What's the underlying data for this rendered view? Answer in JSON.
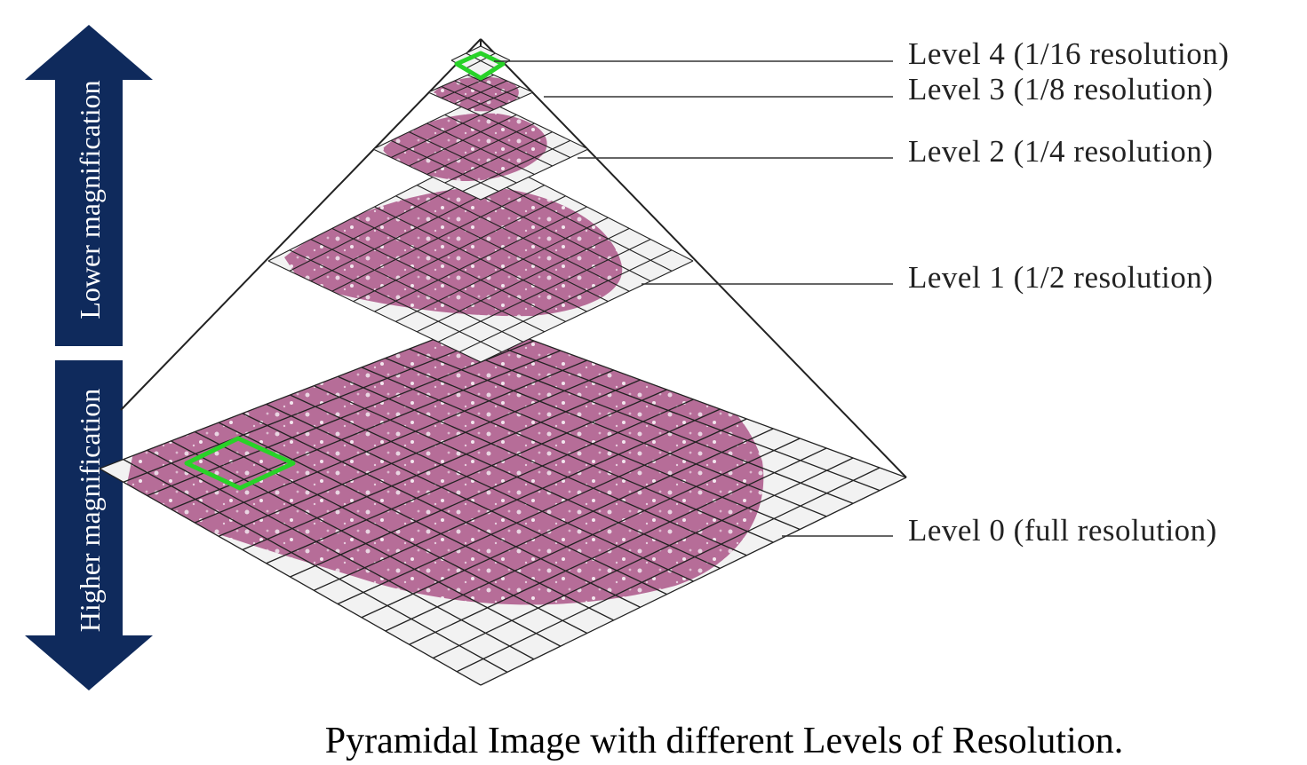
{
  "levels": [
    {
      "label": "Level 4 (1/16 resolution)"
    },
    {
      "label": "Level 3 (1/8 resolution)"
    },
    {
      "label": "Level 2 (1/4 resolution)"
    },
    {
      "label": "Level 1 (1/2 resolution)"
    },
    {
      "label": "Level 0 (full resolution)"
    }
  ],
  "arrow": {
    "top_label": "Lower magnification",
    "bottom_label": "Higher magnification"
  },
  "caption": "Pyramidal Image with different Levels of Resolution.",
  "colors": {
    "arrow": "#0f2a5c",
    "tissue": "#b46a96",
    "tissue_light": "#c98ab0",
    "highlight": "#28d228",
    "grid_line": "#222222",
    "background": "#ffffff"
  }
}
